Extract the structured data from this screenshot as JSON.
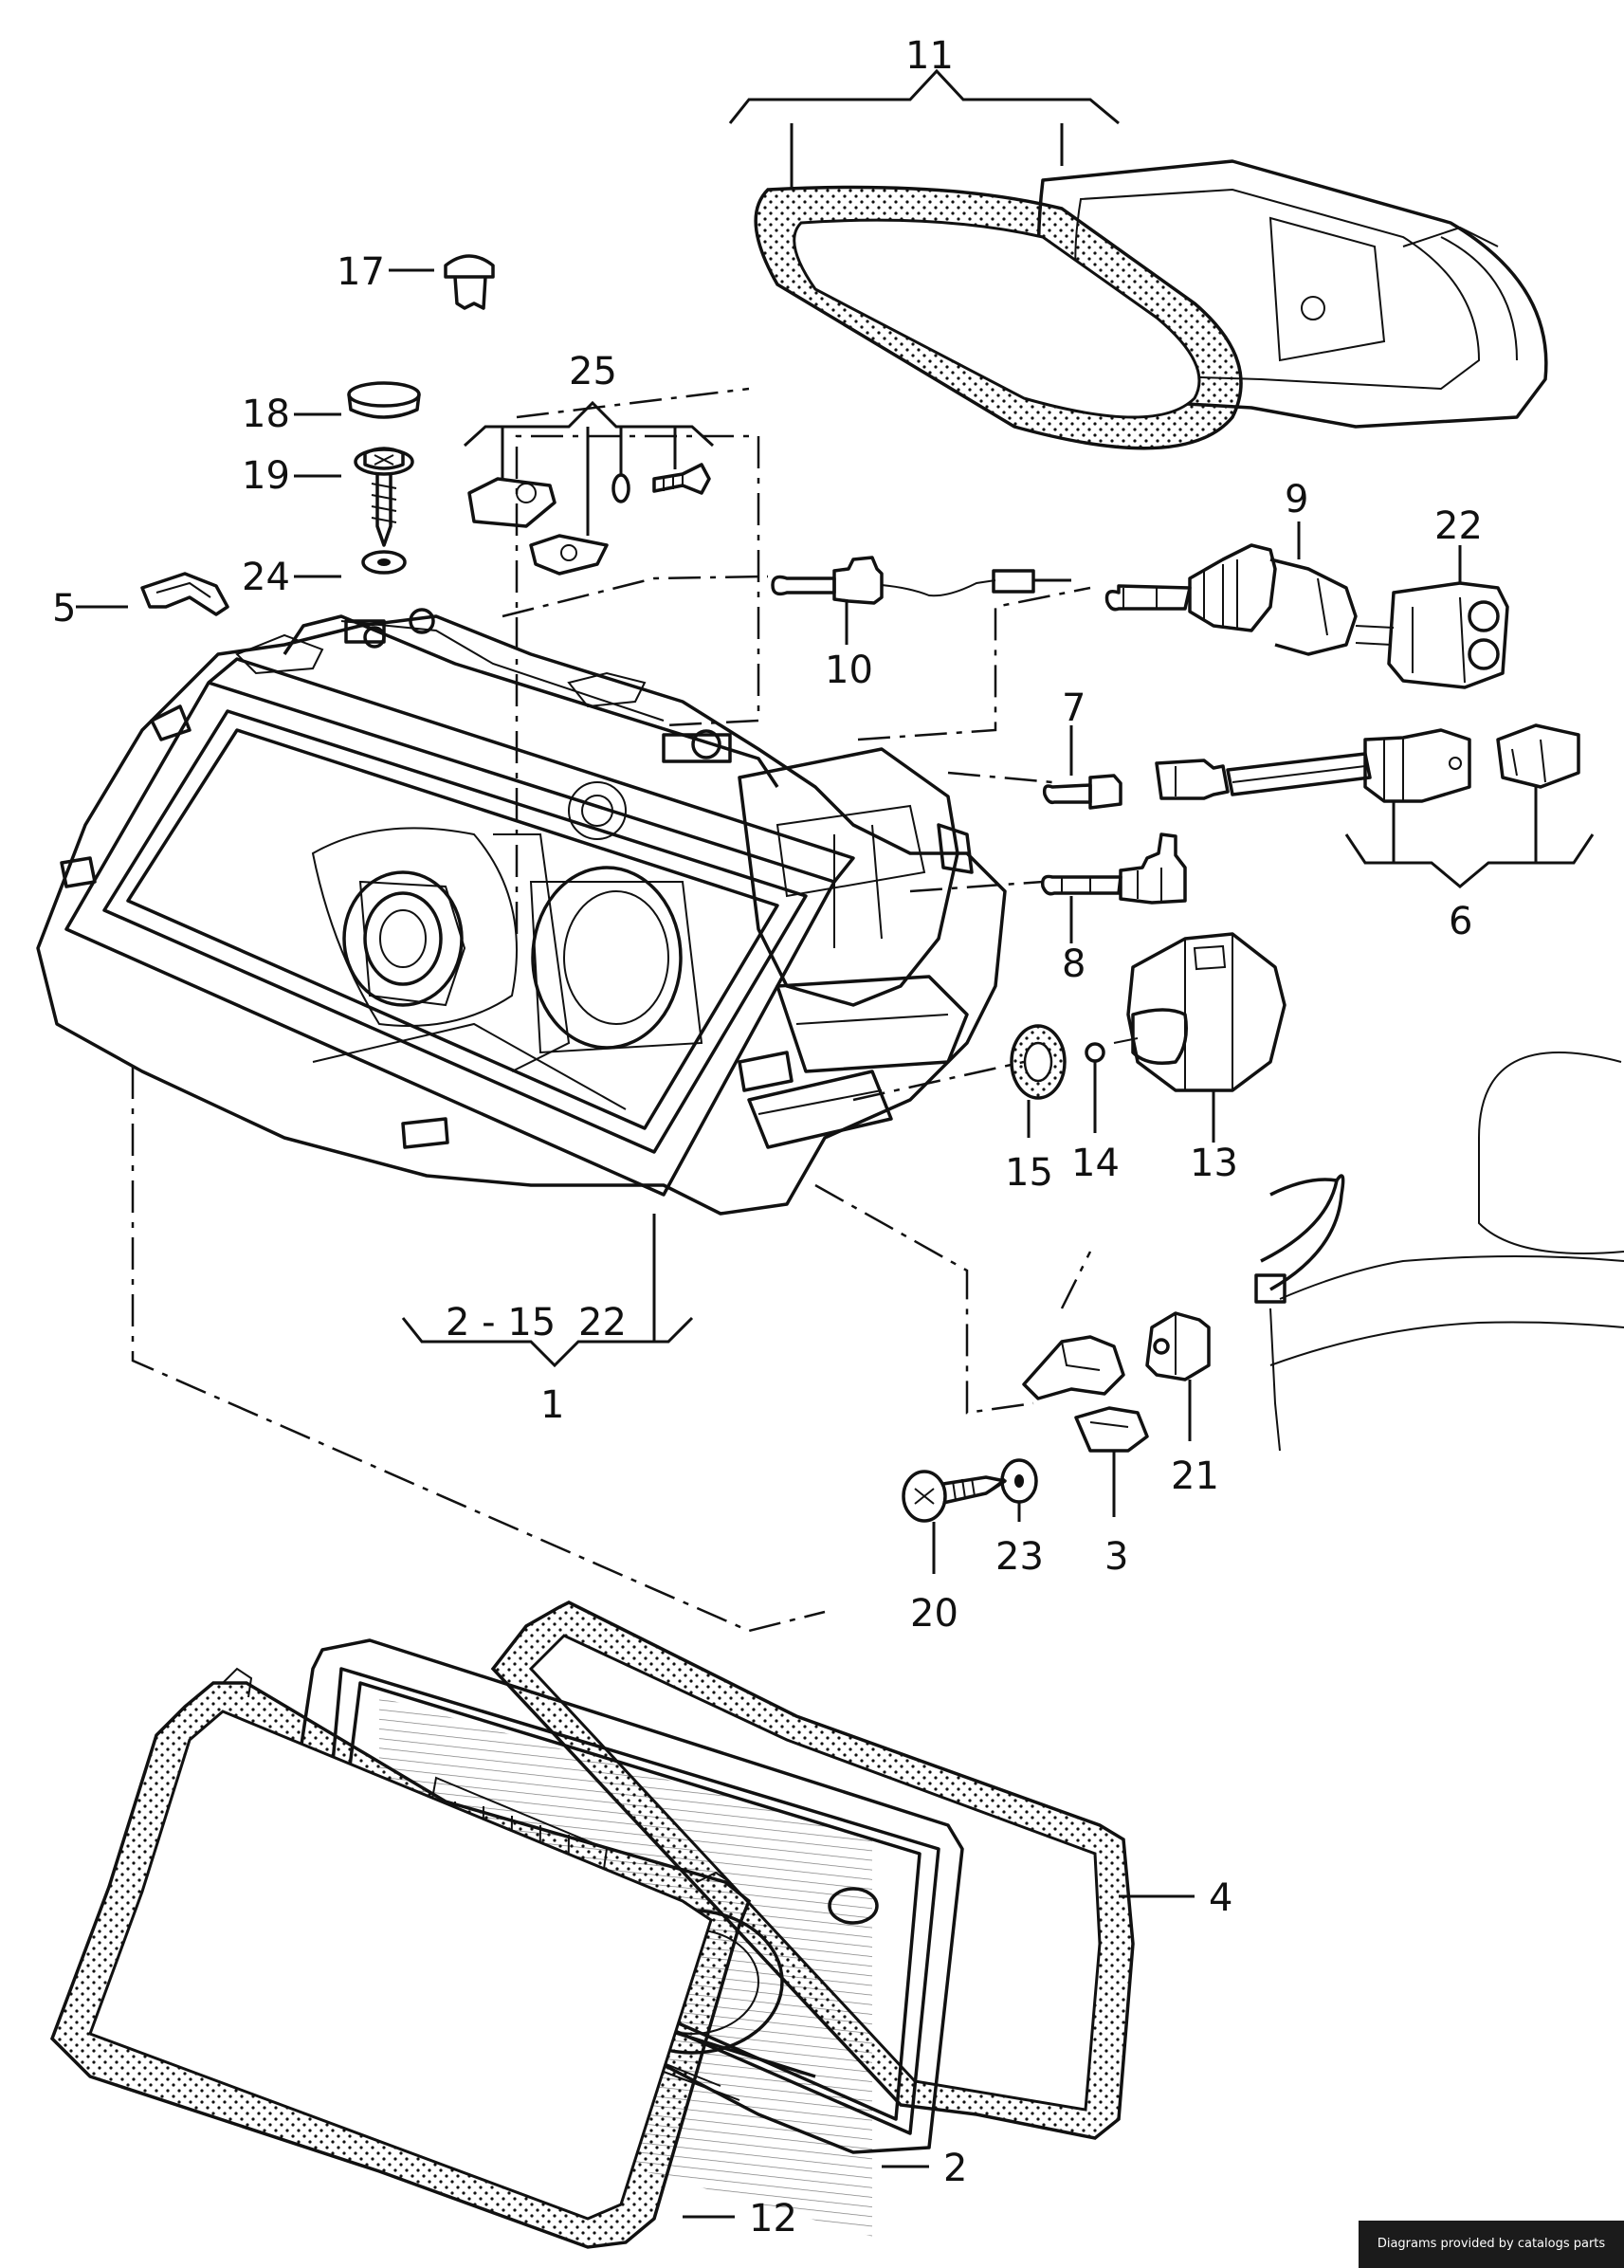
{
  "labels": {
    "l11": "11",
    "l17": "17",
    "l18": "18",
    "l19": "19",
    "l24": "24",
    "l5": "5",
    "l25": "25",
    "l9": "9",
    "l22": "22",
    "l10": "10",
    "l7": "7",
    "l6": "6",
    "l8": "8",
    "l13": "13",
    "l14": "14",
    "l15": "15",
    "l2to15": "2 - 15",
    "l22b": "22",
    "l1": "1",
    "l21": "21",
    "l3": "3",
    "l23": "23",
    "l20": "20",
    "l4": "4",
    "l2": "2",
    "l12": "12"
  },
  "credit": "Diagrams provided by catalogs parts"
}
